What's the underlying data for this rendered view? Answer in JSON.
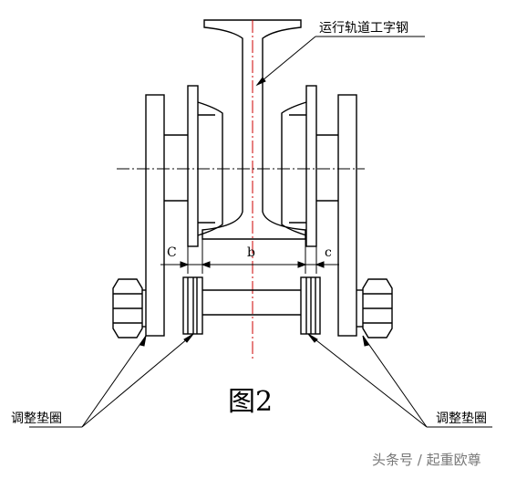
{
  "labels": {
    "beam": "运行轨道工字钢",
    "shim_left": "调整垫圈",
    "shim_right": "调整垫圈",
    "figure": "图2",
    "watermark": "头条号 / 起重欧尊"
  },
  "dimensions": {
    "gap_left": "C",
    "flange_width": "b",
    "gap_right": "c"
  },
  "colors": {
    "line": "#000000",
    "centerline": "#cc0000"
  }
}
